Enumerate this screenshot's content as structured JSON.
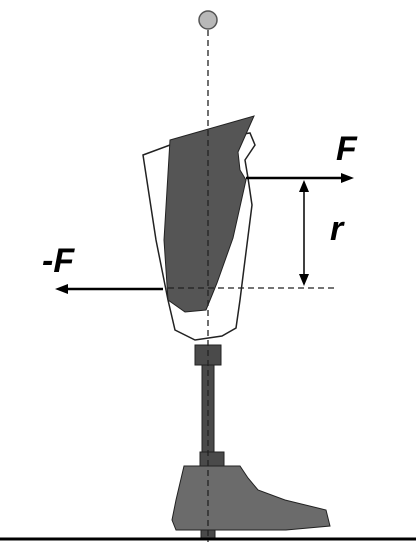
{
  "labels": {
    "force": "F",
    "moment_arm": "r",
    "counter_force": "-F"
  },
  "colors": {
    "socket_fill": "#ffffff",
    "residual_limb": "#555555",
    "pylon": "#4a4a4a",
    "foot": "#6b6b6b",
    "joint_marker": "#b8b8b8",
    "line": "#000000"
  }
}
